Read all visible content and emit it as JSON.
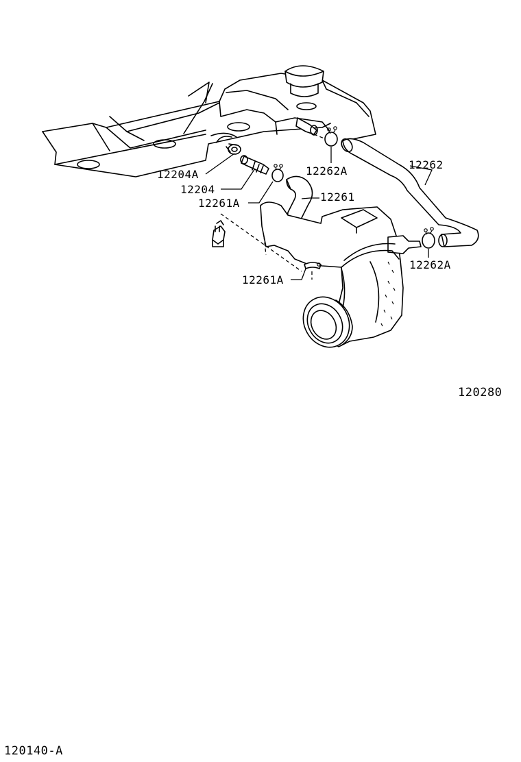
{
  "callouts": {
    "c12204A": "12204A",
    "c12204": "12204",
    "c12261A_upper": "12261A",
    "c12261": "12261",
    "c12262A_upper": "12262A",
    "c12262": "12262",
    "c12262A_lower": "12262A",
    "c12261A_lower": "12261A"
  },
  "figure_code": "120280",
  "page_code": "120140-A"
}
